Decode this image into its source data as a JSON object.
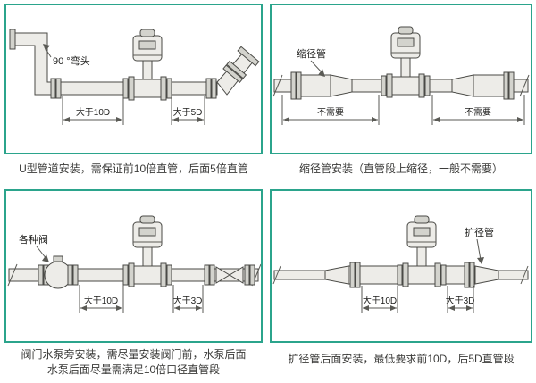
{
  "theme": {
    "accent": "#2ba48c",
    "ink": "#4a4a46",
    "caption_color": "#3a3a38",
    "pipe_fill": "#edece8",
    "flange_fill": "#d3d3cd"
  },
  "panels": [
    {
      "id": "u-type",
      "caption": "U型管道安装，需保证前10倍直管，后面5倍直管",
      "labels": {
        "elbow": "90 °弯头",
        "dim_left": "大于10D",
        "dim_right": "大于5D"
      }
    },
    {
      "id": "reducer",
      "caption": "缩径管安装（直管段上缩径，一般不需要）",
      "labels": {
        "part": "缩径管",
        "dim_left": "不需要",
        "dim_right": "不需要"
      }
    },
    {
      "id": "valve-pump",
      "caption_line1": "阀门水泵旁安装，需尽量安装阀门前，水泵后面",
      "caption_line2": "水泵后面尽量需满足10倍口径直管段",
      "labels": {
        "part": "各种阀",
        "dim_left": "大于10D",
        "dim_right": "大于3D"
      }
    },
    {
      "id": "expander",
      "caption": "扩径管后面安装，最低要求前10D，后5D直管段",
      "labels": {
        "part": "扩径管",
        "dim_left": "大于10D",
        "dim_right": "大于3D"
      }
    }
  ]
}
